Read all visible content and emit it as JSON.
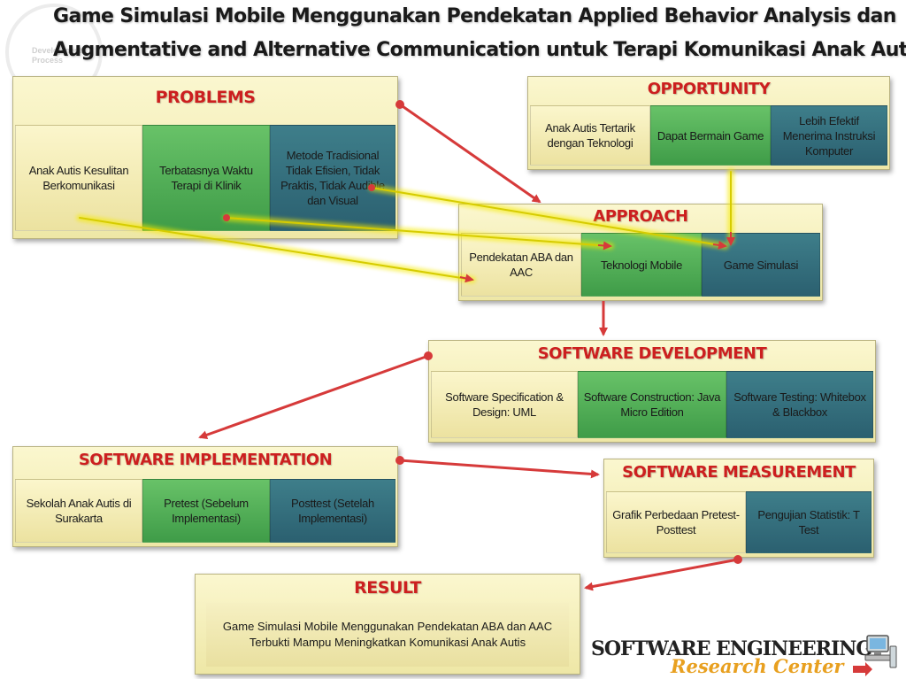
{
  "title": {
    "line1": "Game Simulasi Mobile Menggunakan Pendekatan Applied Behavior Analysis dan",
    "line2": "Augmentative and Alternative Communication untuk Terapi Komunikasi Anak Autis"
  },
  "watermark": "Development Process",
  "problems": {
    "heading": "PROBLEMS",
    "cells": [
      "Anak Autis Kesulitan Berkomunikasi",
      "Terbatasnya Waktu Terapi di Klinik",
      "Metode Tradisional Tidak Efisien, Tidak Praktis, Tidak Audible dan Visual"
    ]
  },
  "opportunity": {
    "heading": "OPPORTUNITY",
    "cells": [
      "Anak Autis Tertarik dengan Teknologi",
      "Dapat Bermain Game",
      "Lebih Efektif Menerima Instruksi Komputer"
    ]
  },
  "approach": {
    "heading": "APPROACH",
    "cells": [
      "Pendekatan ABA dan AAC",
      "Teknologi Mobile",
      "Game Simulasi"
    ]
  },
  "software_development": {
    "heading": "SOFTWARE DEVELOPMENT",
    "cells": [
      "Software Specification & Design: UML",
      "Software Construction: Java Micro Edition",
      "Software Testing: Whitebox & Blackbox"
    ]
  },
  "software_implementation": {
    "heading": "SOFTWARE IMPLEMENTATION",
    "cells": [
      "Sekolah Anak Autis di Surakarta",
      "Pretest (Sebelum Implementasi)",
      "Posttest (Setelah Implementasi)"
    ]
  },
  "software_measurement": {
    "heading": "SOFTWARE MEASUREMENT",
    "cells": [
      "Grafik Perbedaan Pretest-Posttest",
      "Pengujian Statistik: T Test"
    ]
  },
  "result": {
    "heading": "RESULT",
    "text": "Game Simulasi Mobile Menggunakan Pendekatan ABA dan AAC Terbukti Mampu Meningkatkan Komunikasi Anak Autis"
  },
  "logo": {
    "line1": "SOFTWARE ENGINEERING",
    "line2": "Research Center"
  },
  "colors": {
    "heading": "#cc1f1f",
    "box_bg": "#f5efbd",
    "cell_green": "#4fae55",
    "cell_teal": "#2f6b78",
    "arrow_red": "#d63a3a",
    "arrow_yellow": "#f2e600"
  }
}
